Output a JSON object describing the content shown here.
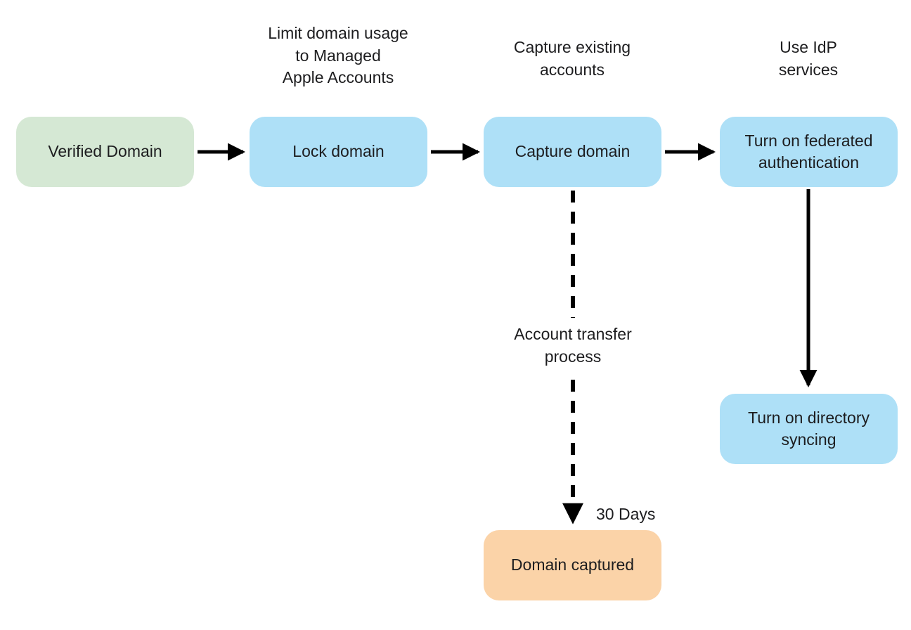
{
  "flowchart": {
    "nodes": {
      "verified_domain": {
        "label": "Verified Domain",
        "fill": "#d5e8d4"
      },
      "lock_domain": {
        "label": "Lock domain",
        "fill": "#aee0f7"
      },
      "capture_domain": {
        "label": "Capture domain",
        "fill": "#aee0f7"
      },
      "federated_auth": {
        "label": "Turn on federated authentication",
        "fill": "#aee0f7"
      },
      "directory_syncing": {
        "label": "Turn on directory syncing",
        "fill": "#aee0f7"
      },
      "domain_captured": {
        "label": "Domain captured",
        "fill": "#fbd3a8"
      }
    },
    "annotations": {
      "limit_domain_usage": "Limit domain usage\nto Managed\nApple Accounts",
      "capture_existing": "Capture existing\naccounts",
      "use_idp": "Use IdP\nservices",
      "account_transfer": "Account transfer\nprocess",
      "thirty_days": "30 Days"
    },
    "edges": [
      {
        "from": "verified_domain",
        "to": "lock_domain",
        "style": "solid"
      },
      {
        "from": "lock_domain",
        "to": "capture_domain",
        "style": "solid"
      },
      {
        "from": "capture_domain",
        "to": "federated_auth",
        "style": "solid"
      },
      {
        "from": "federated_auth",
        "to": "directory_syncing",
        "style": "solid"
      },
      {
        "from": "capture_domain",
        "to": "domain_captured",
        "style": "dashed",
        "label": "Account transfer process",
        "duration_label": "30 Days"
      }
    ],
    "colors": {
      "arrow": "#000000",
      "text": "#1d1d1f",
      "background": "#ffffff"
    }
  }
}
